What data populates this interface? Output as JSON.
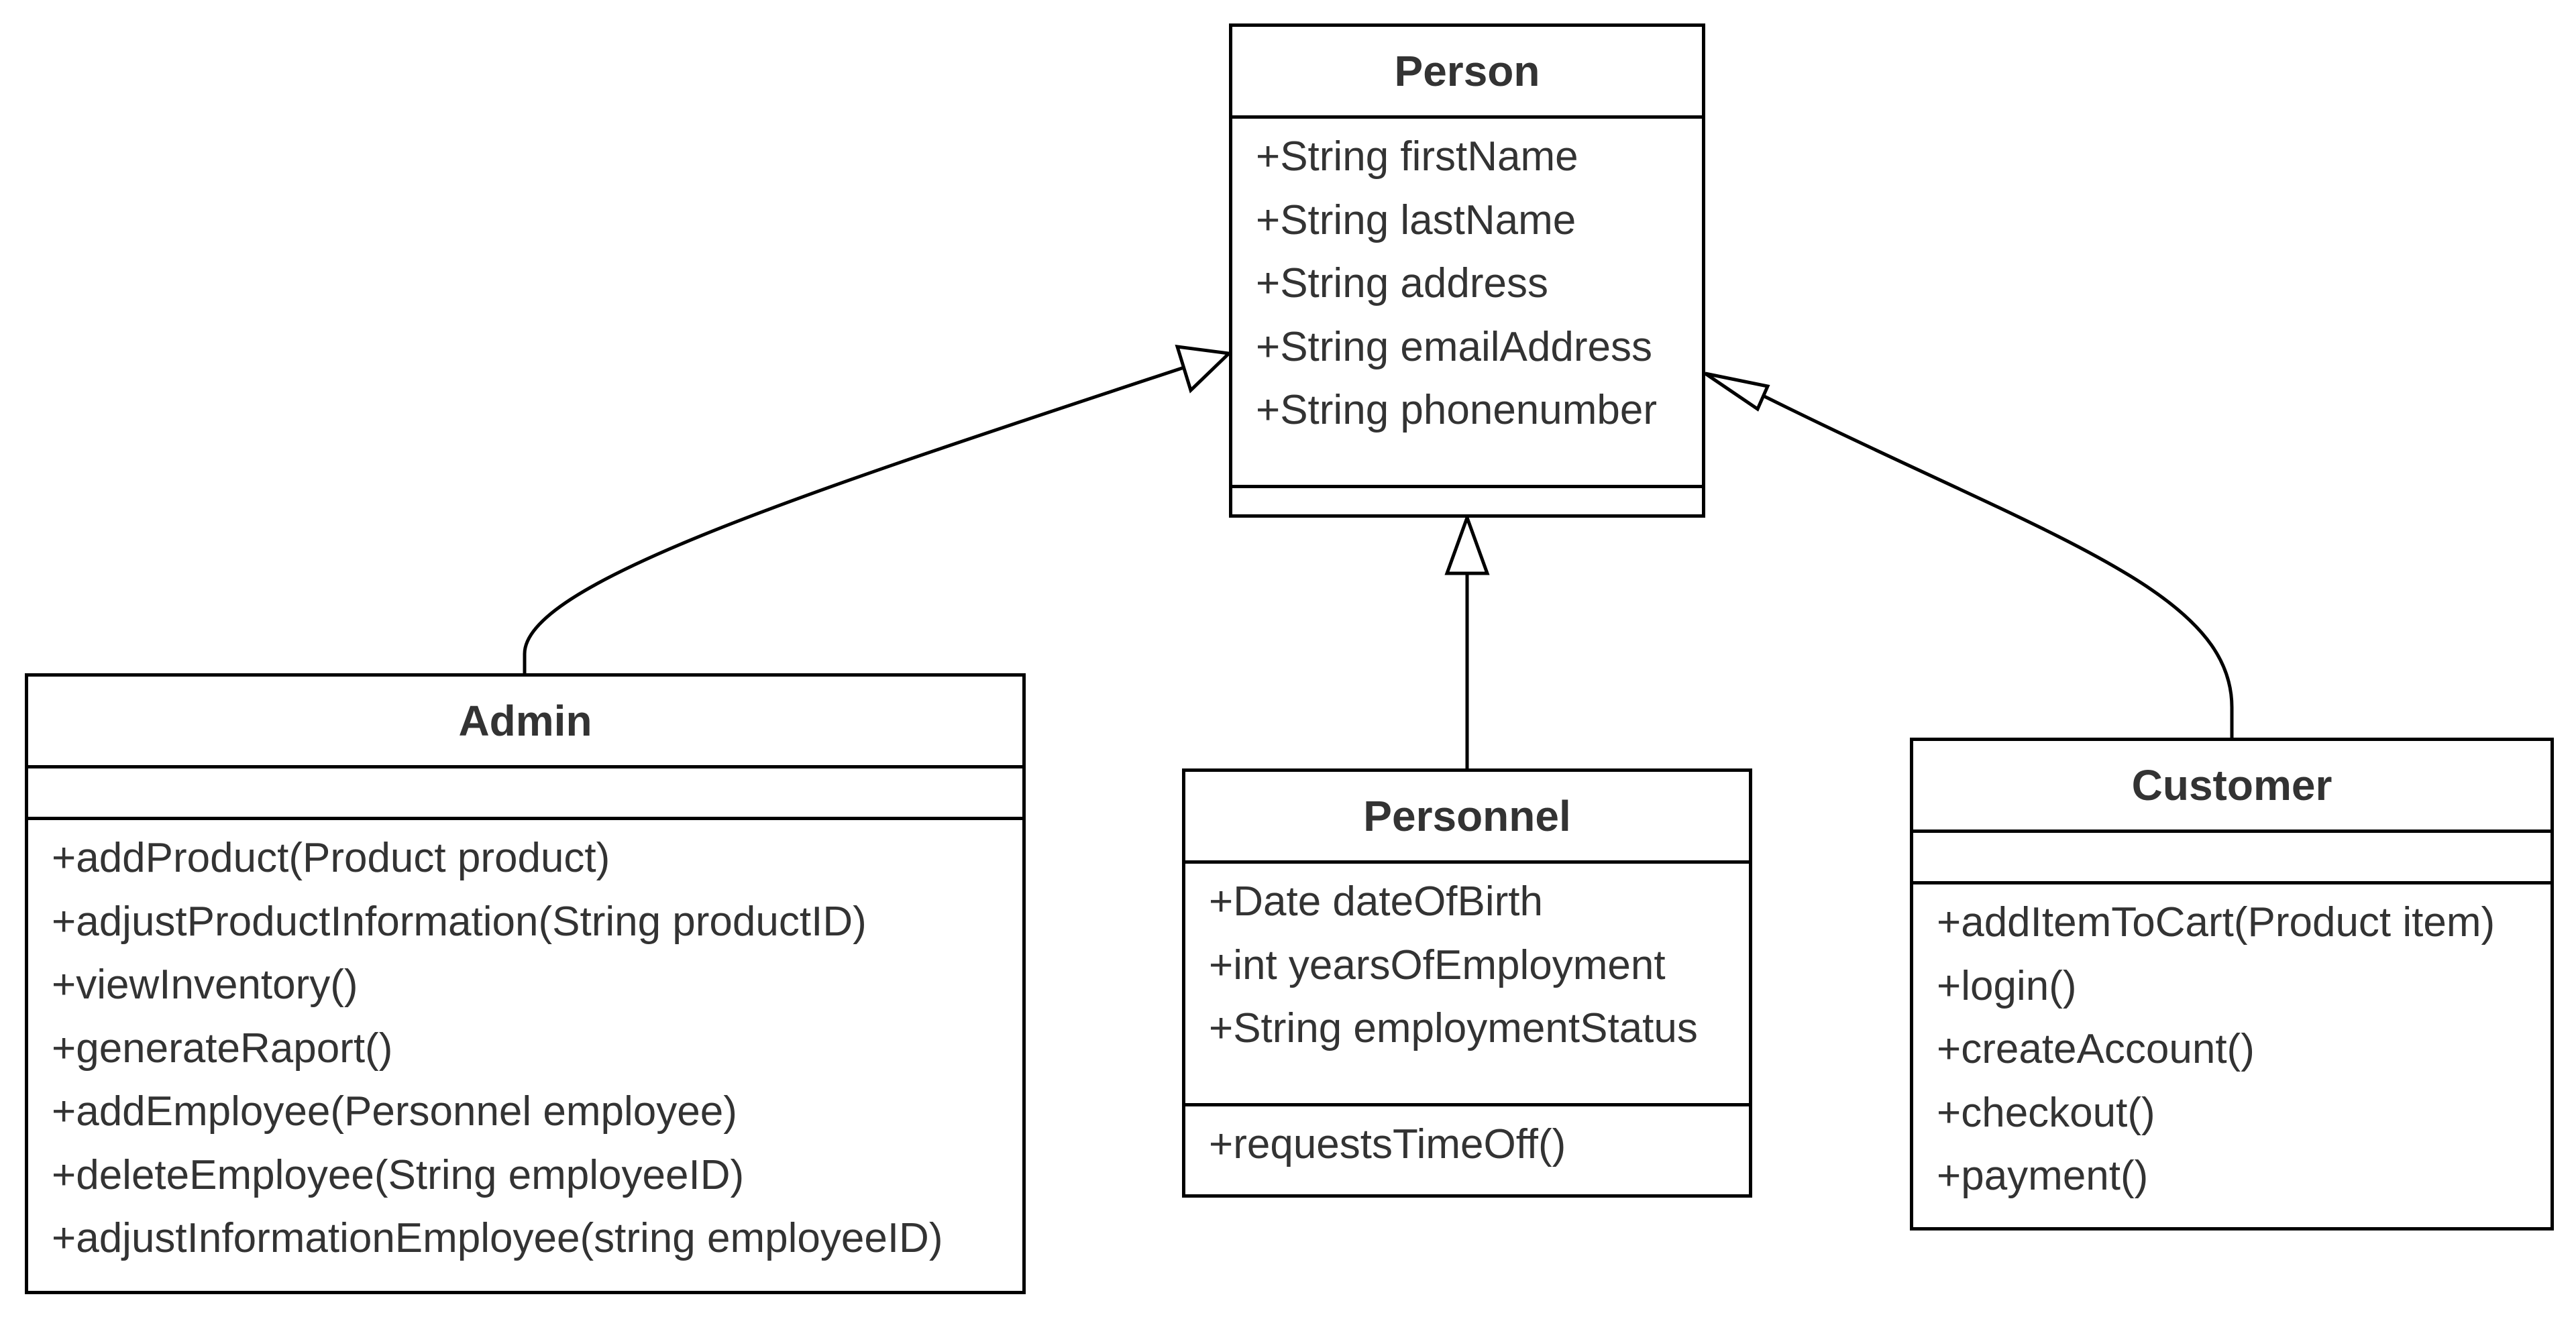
{
  "colors": {
    "stroke": "#000000",
    "fill": "#ffffff",
    "text": "#333333"
  },
  "classes": {
    "person": {
      "name": "Person",
      "attributes": [
        "+String firstName",
        "+String lastName",
        "+String address",
        "+String emailAddress",
        "+String phonenumber"
      ],
      "operations": []
    },
    "admin": {
      "name": "Admin",
      "attributes": [],
      "operations": [
        "+addProduct(Product product)",
        "+adjustProductInformation(String productID)",
        "+viewInventory()",
        "+generateRaport()",
        "+addEmployee(Personnel employee)",
        "+deleteEmployee(String employeeID)",
        "+adjustInformationEmployee(string employeeID)"
      ]
    },
    "personnel": {
      "name": "Personnel",
      "attributes": [
        "+Date dateOfBirth",
        "+int yearsOfEmployment",
        "+String employmentStatus"
      ],
      "operations": [
        "+requestsTimeOff()"
      ]
    },
    "customer": {
      "name": "Customer",
      "attributes": [],
      "operations": [
        "+addItemToCart(Product item)",
        "+login()",
        "+createAccount()",
        "+checkout()",
        "+payment()"
      ]
    }
  },
  "relations": [
    {
      "type": "generalization",
      "from": "admin",
      "to": "person"
    },
    {
      "type": "generalization",
      "from": "personnel",
      "to": "person"
    },
    {
      "type": "generalization",
      "from": "customer",
      "to": "person"
    }
  ]
}
